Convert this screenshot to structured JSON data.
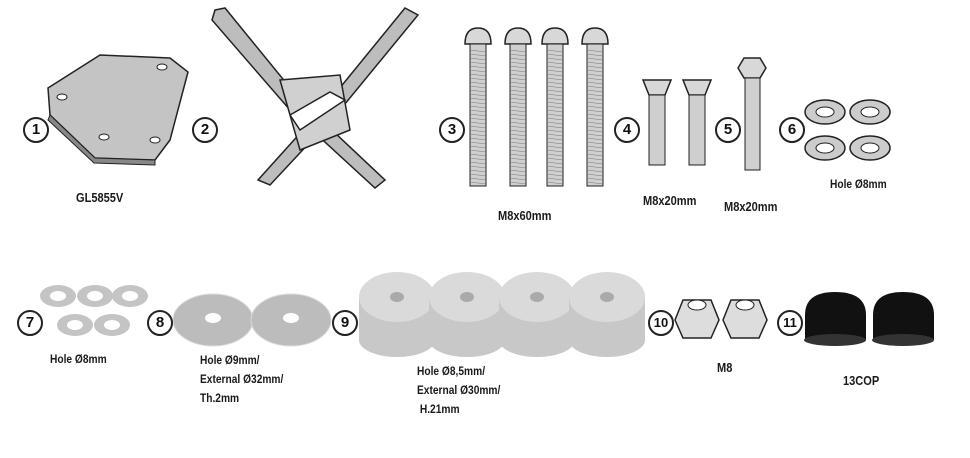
{
  "parts": [
    {
      "number": "1",
      "label": [
        "GL5855V"
      ]
    },
    {
      "number": "2",
      "label": []
    },
    {
      "number": "3",
      "label": [
        "M8x60mm"
      ]
    },
    {
      "number": "4",
      "label": [
        "M8x20mm"
      ]
    },
    {
      "number": "5",
      "label": [
        "M8x20mm"
      ]
    },
    {
      "number": "6",
      "label": [
        "Hole Ø8mm"
      ]
    },
    {
      "number": "7",
      "label": [
        "Hole Ø8mm"
      ]
    },
    {
      "number": "8",
      "label": [
        "Hole Ø9mm/",
        "External Ø32mm/",
        "Th.2mm"
      ]
    },
    {
      "number": "9",
      "label": [
        "Hole Ø8,5mm/",
        "External Ø30mm/",
        " H.21mm"
      ]
    },
    {
      "number": "10",
      "label": [
        "M8"
      ]
    },
    {
      "number": "11",
      "label": [
        "13COP"
      ]
    }
  ],
  "colors": {
    "metal": "#c8c8c8",
    "dark": "#222222",
    "spacer": "#d0d0d0",
    "cap": "#111111"
  }
}
